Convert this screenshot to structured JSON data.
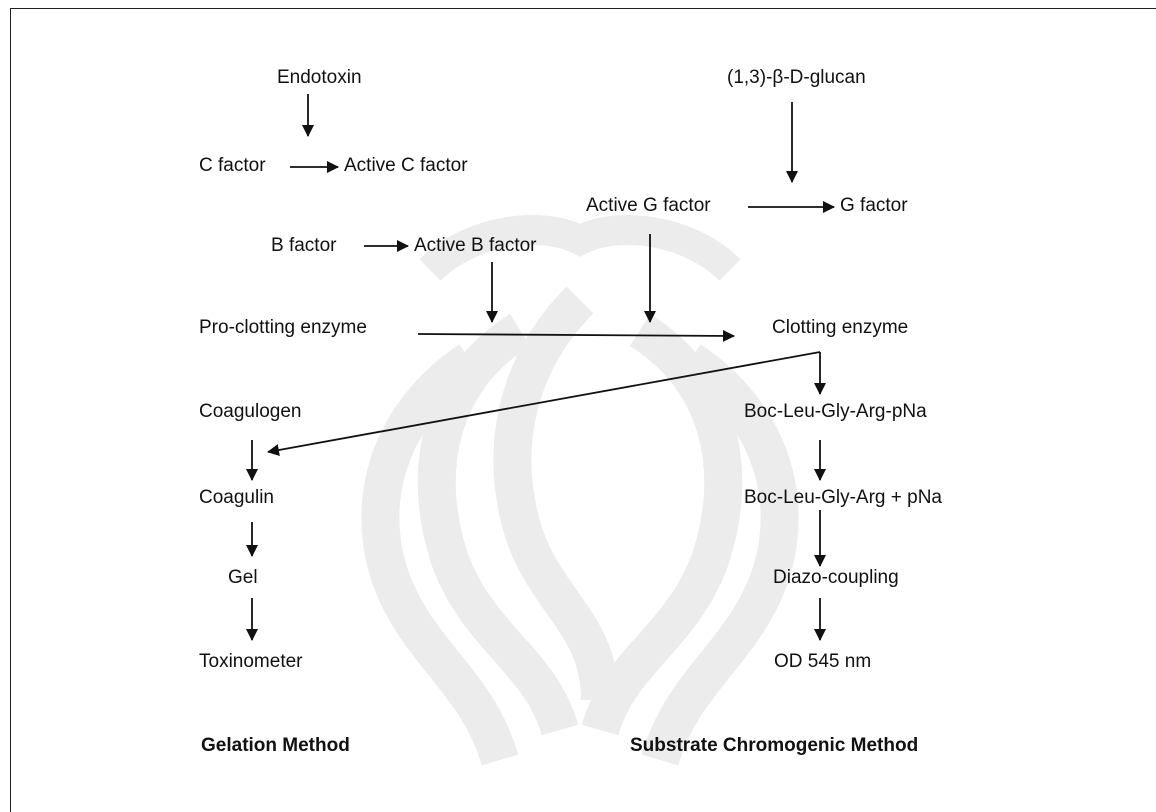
{
  "diagram": {
    "nodes": {
      "endotoxin": "Endotoxin",
      "c_factor": "C factor",
      "active_c_factor": "Active C factor",
      "b_factor": "B factor",
      "active_b_factor": "Active B factor",
      "glucan": "(1,3)-β-D-glucan",
      "active_g_factor": "Active G factor",
      "g_factor": "G factor",
      "pro_clotting_enzyme": "Pro-clotting enzyme",
      "clotting_enzyme": "Clotting enzyme",
      "coagulogen": "Coagulogen",
      "coagulin": "Coagulin",
      "gel": "Gel",
      "toxinometer": "Toxinometer",
      "boc_pna": "Boc-Leu-Gly-Arg-pNa",
      "boc_plus_pna": "Boc-Leu-Gly-Arg + pNa",
      "diazo": "Diazo-coupling",
      "od": "OD 545 nm"
    },
    "method_labels": {
      "gelation": "Gelation Method",
      "chromogenic": "Substrate Chromogenic Method"
    }
  },
  "colors": {
    "line": "#111111",
    "watermark": "#ececec"
  }
}
